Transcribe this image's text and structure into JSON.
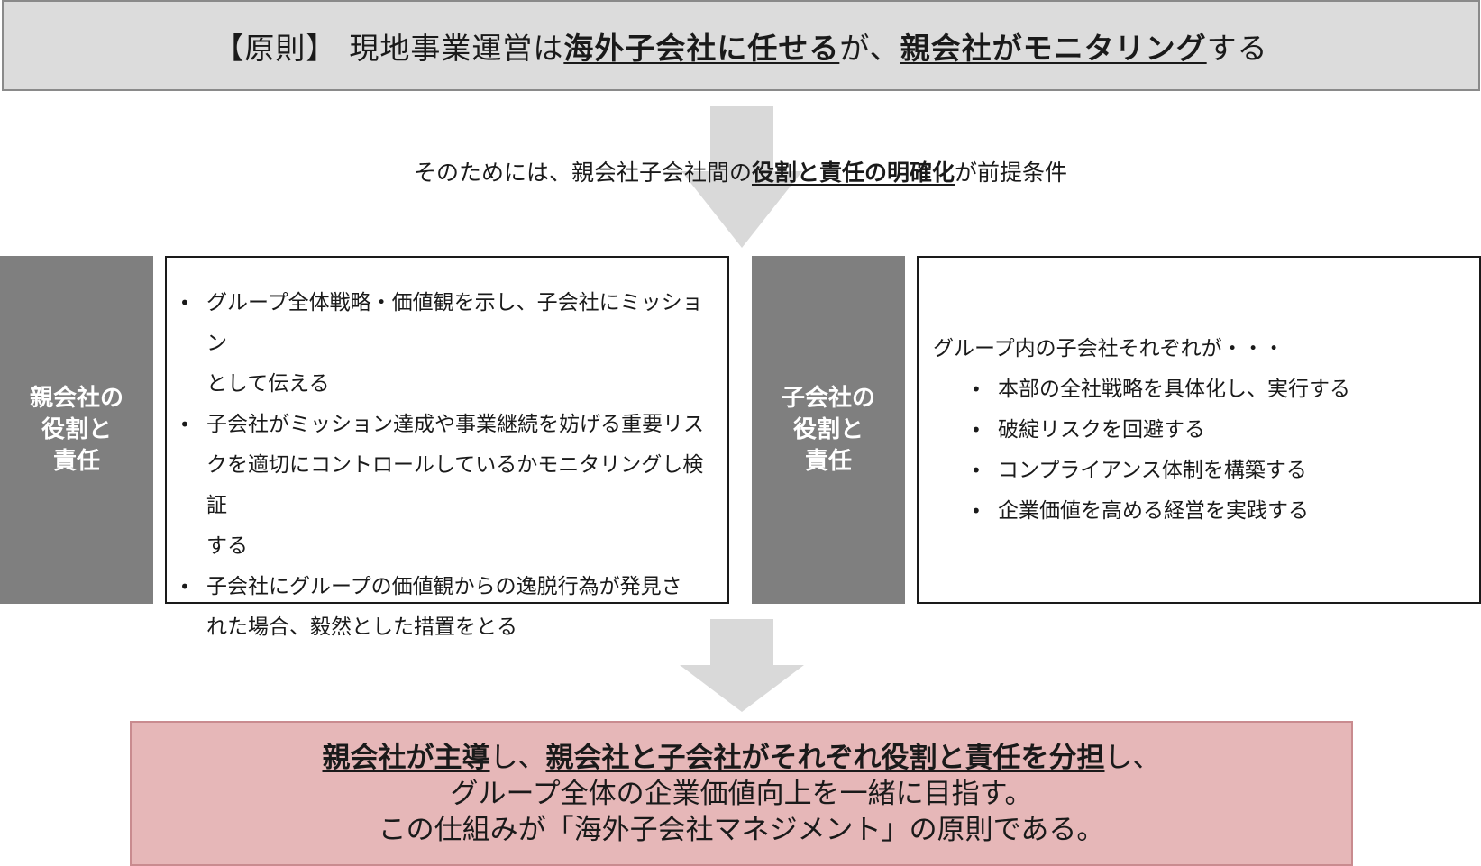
{
  "principle": {
    "bracket": "【原則】",
    "part1": "現地事業運営は",
    "part2": "海外子会社に任せる",
    "part3": "が、",
    "part4": "親会社がモニタリング",
    "part5": "する"
  },
  "precondition": {
    "part1": "そのためには、親会社子会社間の",
    "part2": "役割と責任の明確化",
    "part3": "が前提条件"
  },
  "parent": {
    "label_line1": "親会社の",
    "label_line2": "役割と",
    "label_line3": "責任",
    "items": [
      {
        "line1": "グループ全体戦略・価値観を示し、子会社にミッション",
        "line2": "として伝える"
      },
      {
        "line1": "子会社がミッション達成や事業継続を妨げる重要リス",
        "line2": "クを適切にコントロールしているかモニタリングし検証",
        "line3": "する"
      },
      {
        "line1": "子会社にグループの価値観からの逸脱行為が発見さ",
        "line2": "れた場合、毅然とした措置をとる"
      }
    ]
  },
  "child": {
    "label_line1": "子会社の",
    "label_line2": "役割と",
    "label_line3": "責任",
    "intro": "グループ内の子会社それぞれが・・・",
    "items": [
      "本部の全社戦略を具体化し、実行する",
      "破綻リスクを回避する",
      "コンプライアンス体制を構築する",
      "企業価値を高める経営を実践する"
    ]
  },
  "conclusion": {
    "l1a": "親会社が主導",
    "l1b": "し、",
    "l1c": "親会社と子会社がそれぞれ役割と責任を分担",
    "l1d": "し、",
    "line2": "グループ全体の企業価値向上を一緒に目指す。",
    "line3": "この仕組みが「海外子会社マネジメント」の原則である。"
  },
  "colors": {
    "principle_bg": "#dcdcdc",
    "arrow": "#d9d9d9",
    "label_bg": "#7f7f7f",
    "conclusion_bg": "#e6b7b8"
  }
}
